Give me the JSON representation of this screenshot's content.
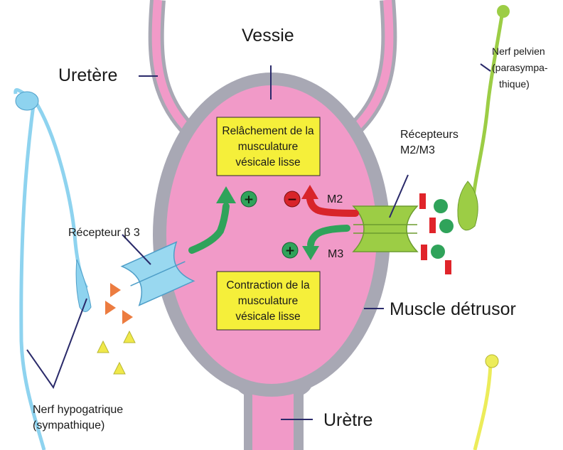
{
  "labels": {
    "vessie": "Vessie",
    "uretere": "Uretère",
    "uretre": "Urètre",
    "muscle_detrusor": "Muscle détrusor",
    "recepteur_beta3": "Récepteur β 3",
    "recepteurs_m2m3": [
      "Récepteurs",
      "M2/M3"
    ],
    "nerf_pelvien": [
      "Nerf pelvien",
      "(parasympa-",
      "thique)"
    ],
    "nerf_hypogastrique": [
      "Nerf hypogatrique",
      "(sympathique)"
    ],
    "m2": "M2",
    "m3": "M3"
  },
  "boxes": {
    "relaxation": [
      "Relâchement de la",
      "musculature",
      "vésicale lisse"
    ],
    "contraction": [
      "Contraction de la",
      "musculature",
      "vésicale lisse"
    ]
  },
  "signs": {
    "plus": "+",
    "minus": "−"
  },
  "colors": {
    "bladder_fill": "#f19ac8",
    "bladder_wall": "#a8a8b4",
    "sympathetic_nerve": "#8ed3ef",
    "parasympathetic_nerve": "#9ccd45",
    "yellow_nerve": "#ecec5a",
    "receptor_beta3": "#99d8f0",
    "receptor_m2m3": "#9ccd45",
    "text_box": "#f5ef3a",
    "arrow_green": "#2fa35a",
    "arrow_red": "#d8242a",
    "triangle_orange": "#ec7c40",
    "triangle_yellow": "#f0e84a",
    "ligand_red": "#e0242a",
    "ligand_green": "#2fa35a"
  }
}
